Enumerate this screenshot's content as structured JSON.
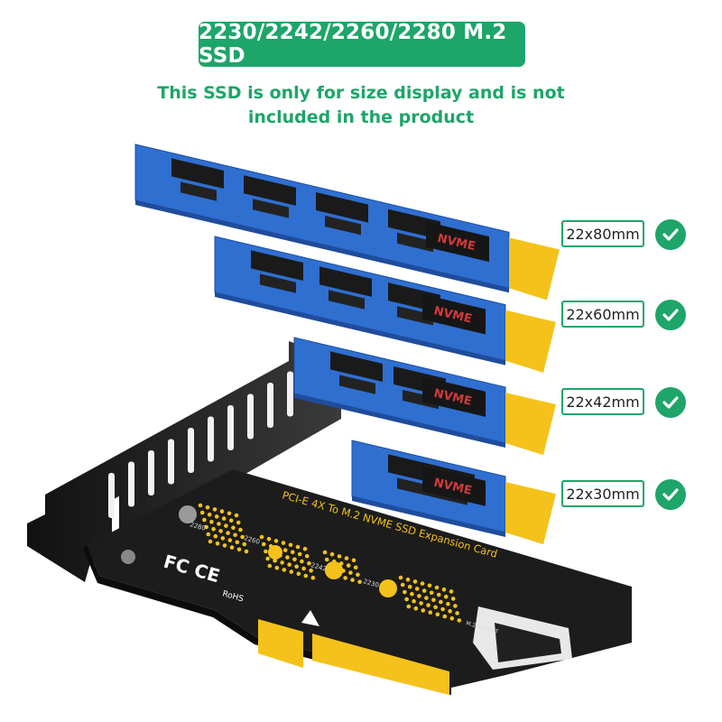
{
  "banner": {
    "title": "2230/2242/2260/2280 M.2 SSD"
  },
  "note": {
    "line1": "This SSD is only for size display and is not",
    "line2": "included in the product"
  },
  "sizes": [
    {
      "label": "22x80mm"
    },
    {
      "label": "22x60mm"
    },
    {
      "label": "22x42mm"
    },
    {
      "label": "22x30mm"
    }
  ],
  "ssd_chip_text": "NVME",
  "card": {
    "silkscreen": "PCI-E 4X To M.2 NVME SSD Expansion Card",
    "length_marks": [
      "2280",
      "2260",
      "2242",
      "2230"
    ],
    "certification": "FC CE",
    "rohs": "RoHS",
    "connector_label": "M.2 SOCKET"
  },
  "colors": {
    "accent": "#1ea569",
    "pcb_blue": "#2f6fd0",
    "gold": "#f4c21a",
    "card_pcb": "#1b1b1b",
    "bracket": "#262626"
  }
}
